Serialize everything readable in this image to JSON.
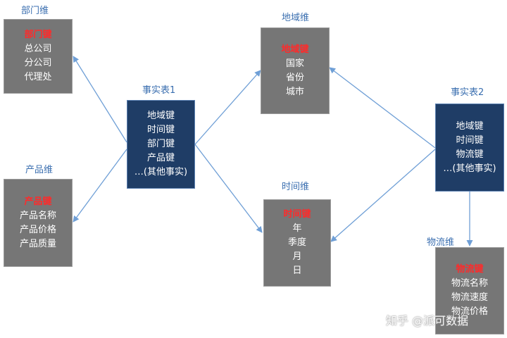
{
  "dimensions": {
    "dept": {
      "title": "部门维",
      "key": "部门键",
      "fields": [
        "总公司",
        "分公司",
        "代理处"
      ]
    },
    "product": {
      "title": "产品维",
      "key": "产品键",
      "fields": [
        "产品名称",
        "产品价格",
        "产品质量"
      ]
    },
    "region": {
      "title": "地域维",
      "key": "地域键",
      "fields": [
        "国家",
        "省份",
        "城市"
      ]
    },
    "time": {
      "title": "时间维",
      "key": "时间键",
      "fields": [
        "年",
        "季度",
        "月",
        "日"
      ]
    },
    "logistics": {
      "title": "物流维",
      "key": "物流键",
      "fields": [
        "物流名称",
        "物流速度",
        "物流价格"
      ]
    }
  },
  "facts": {
    "fact1": {
      "title": "事实表1",
      "fields": [
        "地域键",
        "时间键",
        "部门键",
        "产品键",
        "…(其他事实)"
      ]
    },
    "fact2": {
      "title": "事实表2",
      "fields": [
        "地域键",
        "时间键",
        "物流键",
        "…(其他事实)"
      ]
    }
  },
  "watermark": "知乎 @派可数据",
  "colors": {
    "dimension_box": "#767676",
    "fact_box": "#1f3d66",
    "key_text": "#ff2a2a",
    "title_text": "#3b6fb0",
    "arrow": "#6f9fd6"
  }
}
